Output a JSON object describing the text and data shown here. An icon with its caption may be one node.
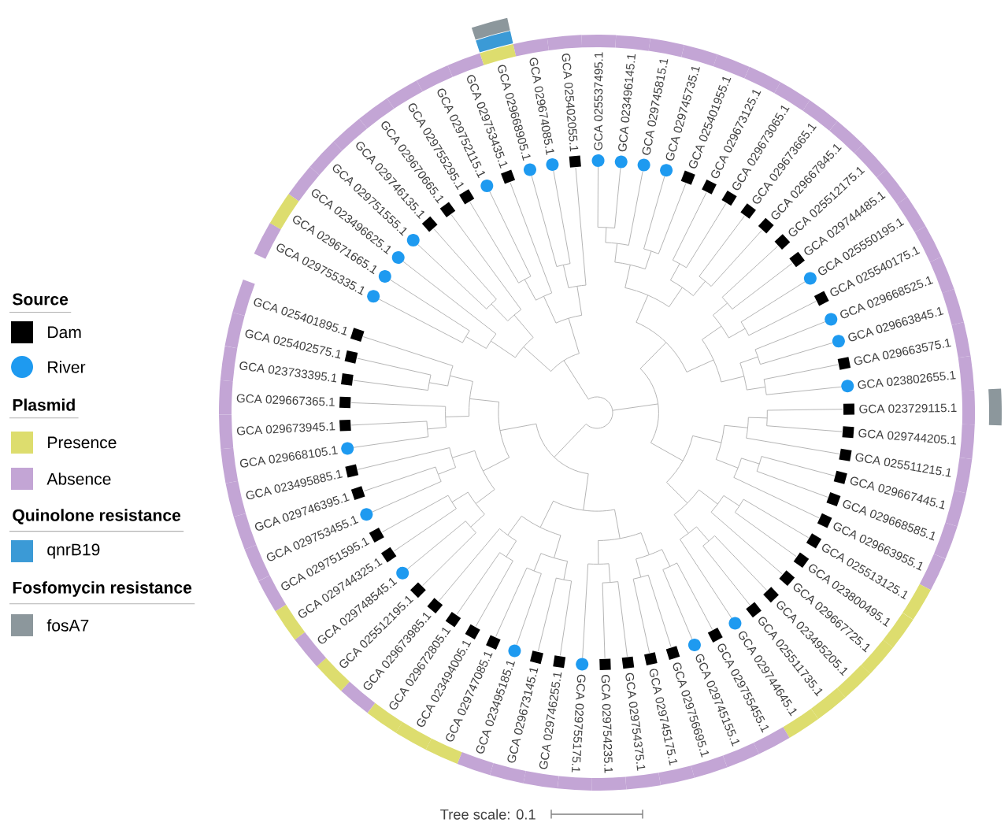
{
  "diagram": {
    "labels": [
      "GCA 029755335.1",
      "GCA 029671665.1",
      "GCA 023496625.1",
      "GCA 029751555.1",
      "GCA 029746135.1",
      "GCA 029670665.1",
      "GCA 029755295.1",
      "GCA 029752115.1",
      "GCA 029753435.1",
      "GCA 029668905.1",
      "GCA 029674085.1",
      "GCA 025402055.1",
      "GCA 025537495.1",
      "GCA 023496145.1",
      "GCA 029745815.1",
      "GCA 029745735.1",
      "GCA 025401955.1",
      "GCA 029673125.1",
      "GCA 029673065.1",
      "GCA 029673665.1",
      "GCA 029667845.1",
      "GCA 025512175.1",
      "GCA 029744485.1",
      "GCA 025550195.1",
      "GCA 025540175.1",
      "GCA 029668525.1",
      "GCA 029663845.1",
      "GCA 029663575.1",
      "GCA 023802655.1",
      "GCA 023729115.1",
      "GCA 029744205.1",
      "GCA 025511215.1",
      "GCA 029667445.1",
      "GCA 029668585.1",
      "GCA 029663955.1",
      "GCA 025513125.1",
      "GCA 023800495.1",
      "GCA 029667725.1",
      "GCA 023495205.1",
      "GCA 025511735.1",
      "GCA 025401895.1",
      "GCA 025402575.1",
      "GCA 023733395.1",
      "GCA 029667365.1",
      "GCA 029673945.1",
      "GCA 029668105.1",
      "GCA 023495885.1",
      "GCA 029746395.1",
      "GCA 029753455.1",
      "GCA 029751595.1",
      "GCA 029744325.1",
      "GCA 029748545.1",
      "GCA 025512195.1",
      "GCA 029673985.1",
      "GCA 029672805.1",
      "GCA 023494005.1",
      "GCA 029747085.1",
      "GCA 023495185.1",
      "GCA 029673145.1",
      "GCA 029746255.1",
      "GCA 029755175.1",
      "GCA 029754235.1",
      "GCA 029754375.1",
      "GCA 029745175.1",
      "GCA 029756695.1",
      "GCA 029745155.1",
      "GCA 029755455.1",
      "GCA 029744645.1",
      "Source",
      "Plasmid",
      "Quinolone resistance",
      "Fosfomycin resistance",
      "Tree scale: 0.1"
    ],
    "legend": [
      {
        "text": "Dam",
        "color": "#000000"
      },
      {
        "text": "River",
        "color": "#1e9af0"
      },
      {
        "text": "Presence",
        "color": "#dddd6e"
      },
      {
        "text": "Absence",
        "color": "#c3a5d5"
      },
      {
        "text": "qnrB19",
        "color": "#3b9ad6"
      },
      {
        "text": "fosA7",
        "color": "#8c979c"
      }
    ]
  }
}
